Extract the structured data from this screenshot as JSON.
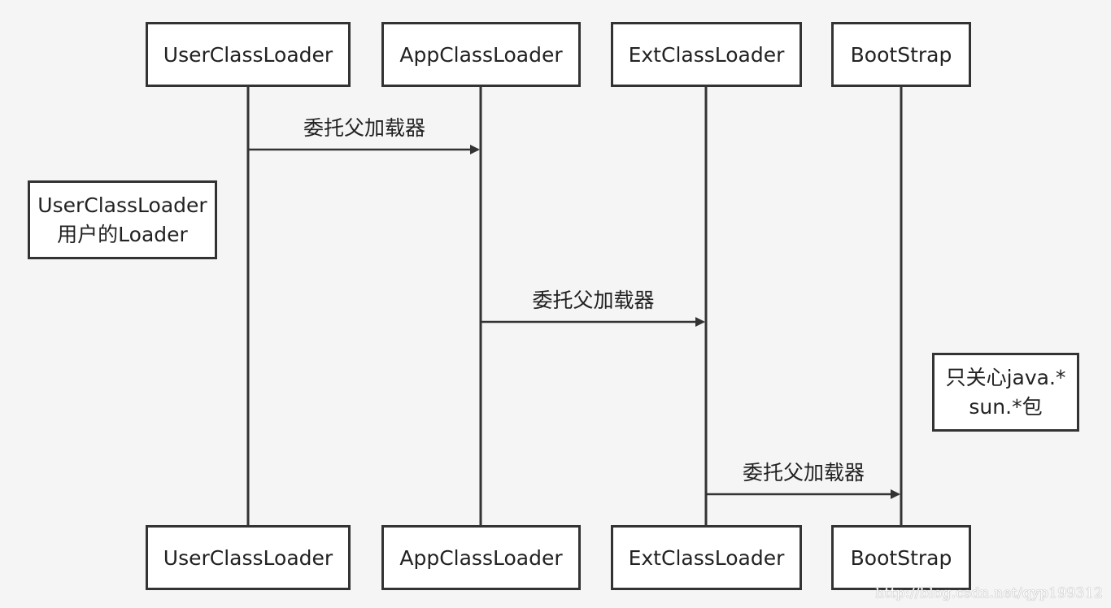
{
  "actors": [
    {
      "id": "user",
      "label": "UserClassLoader"
    },
    {
      "id": "app",
      "label": "AppClassLoader"
    },
    {
      "id": "ext",
      "label": "ExtClassLoader"
    },
    {
      "id": "boot",
      "label": "BootStrap"
    }
  ],
  "messages": [
    {
      "from": "user",
      "to": "app",
      "label": "委托父加载器"
    },
    {
      "from": "app",
      "to": "ext",
      "label": "委托父加载器"
    },
    {
      "from": "ext",
      "to": "boot",
      "label": "委托父加载器"
    }
  ],
  "notes": {
    "user_note": {
      "line1": "UserClassLoader",
      "line2": "用户的Loader"
    },
    "boot_note": {
      "line1": "只关心java.*",
      "line2": "sun.*包"
    }
  },
  "watermark": "http://blog.csdn.net/qyp199312",
  "colors": {
    "background": "#f5f5f5",
    "line": "#333333",
    "box": "#ffffff"
  }
}
